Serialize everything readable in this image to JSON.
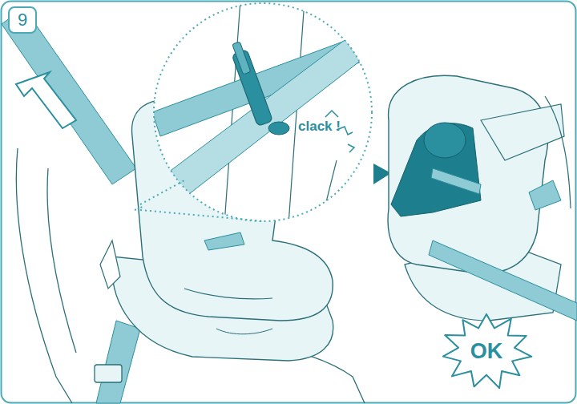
{
  "diagram": {
    "nodes": [
      {
        "text": [
          "9"
        ]
      },
      {
        "text": [
          "OK"
        ]
      }
    ],
    "labels": [
      "clack !"
    ]
  }
}
